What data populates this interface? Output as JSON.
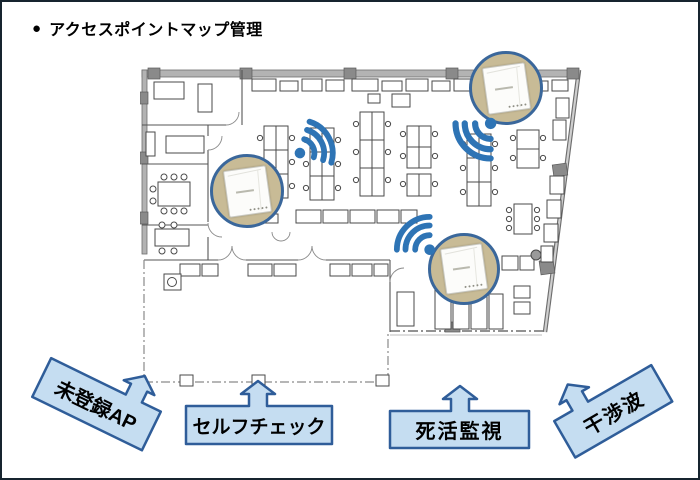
{
  "header": {
    "bullet": "●",
    "title": "アクセスポイントマップ管理"
  },
  "callouts": [
    {
      "id": "unregistered-ap",
      "label": "未登録AP"
    },
    {
      "id": "self-check",
      "label": "セルフチェック"
    },
    {
      "id": "alive-monitoring",
      "label": "死活監視"
    },
    {
      "id": "interference-wave",
      "label": "干渉波"
    }
  ],
  "access_points": {
    "count": 3,
    "marker": "access-point-photo-marker",
    "signal_icon": "wifi-signal-icon"
  },
  "colors": {
    "accent_blue": "#2E74B5",
    "callout_fill": "#C5DDF1",
    "callout_border": "#2F5D99",
    "ap_circle_fill": "#C8BB96",
    "ap_circle_border": "#3A679B",
    "wall_gray": "#B3B3B3",
    "frame_border": "#17242F"
  }
}
